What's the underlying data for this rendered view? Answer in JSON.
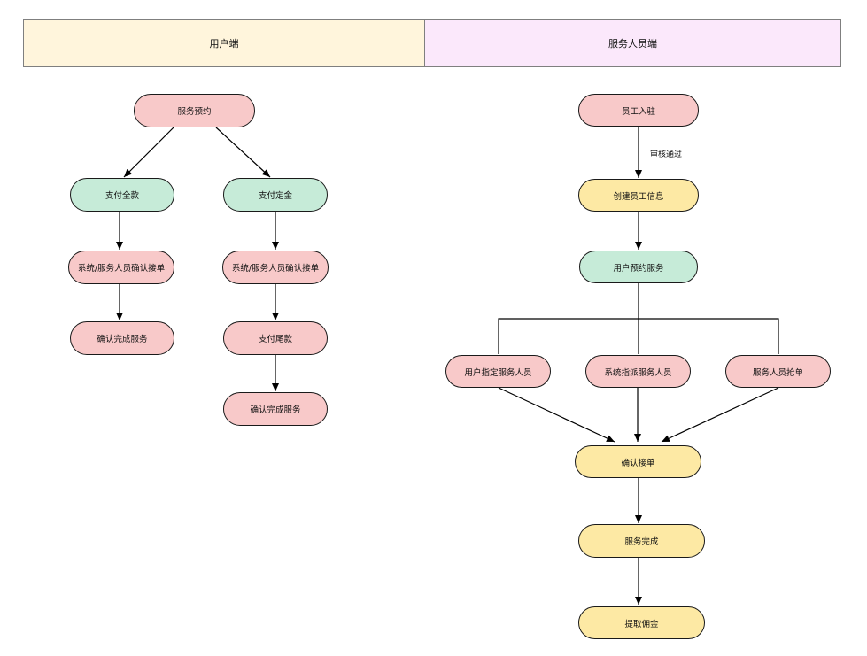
{
  "lanes": {
    "user": "用户端",
    "staff": "服务人员端"
  },
  "user_flow": {
    "book": "服务预约",
    "pay_full": "支付全款",
    "pay_deposit": "支付定金",
    "confirm_order_a": "系统/服务人员确认接单",
    "confirm_order_b": "系统/服务人员确认接单",
    "finish_a": "确认完成服务",
    "pay_balance": "支付尾款",
    "finish_b": "确认完成服务"
  },
  "staff_flow": {
    "onboard": "员工入驻",
    "review_label": "审核通过",
    "create_info": "创建员工信息",
    "user_booking": "用户预约服务",
    "user_assign": "用户指定服务人员",
    "system_assign": "系统指派服务人员",
    "staff_grab": "服务人员抢单",
    "confirm_order": "确认接单",
    "service_done": "服务完成",
    "withdraw": "提取佣金"
  },
  "colors": {
    "pink": "#f8c9c9",
    "green": "#c6ebd8",
    "yellow": "#fde9a4",
    "user_lane": "#fff5dc",
    "staff_lane": "#fbe8fb"
  }
}
